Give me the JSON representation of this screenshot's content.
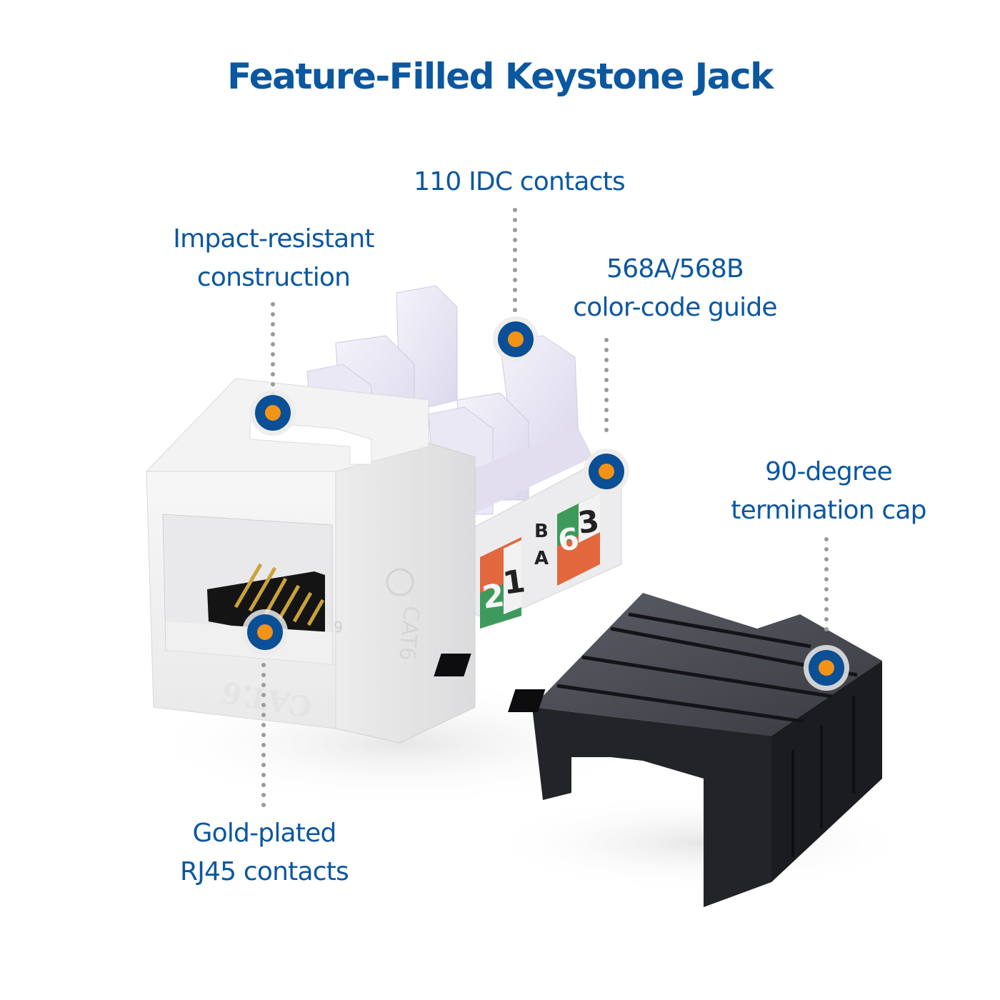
{
  "header": {
    "title": "Feature-Filled Keystone Jack"
  },
  "colors": {
    "text_blue": "#0b57a0",
    "marker_ring": "#0b4f96",
    "marker_center": "#f39316",
    "dot_line": "#9a9a9a"
  },
  "callouts": [
    {
      "id": "impact",
      "lines": [
        "Impact-resistant",
        "construction"
      ]
    },
    {
      "id": "idc",
      "lines": [
        "110 IDC contacts"
      ]
    },
    {
      "id": "colorcode",
      "lines": [
        "568A/568B",
        "color-code guide"
      ]
    },
    {
      "id": "cap",
      "lines": [
        "90-degree",
        "termination cap"
      ]
    },
    {
      "id": "gold",
      "lines": [
        "Gold-plated",
        "RJ45 contacts"
      ]
    }
  ],
  "product": {
    "jack_face_marking": "CAT.6",
    "jack_side_marking": "CAT6",
    "jack_top_marking": "6",
    "color_guide_digits": [
      "2",
      "1",
      "6",
      "3"
    ],
    "color_guide_letters": [
      "B",
      "A"
    ]
  }
}
